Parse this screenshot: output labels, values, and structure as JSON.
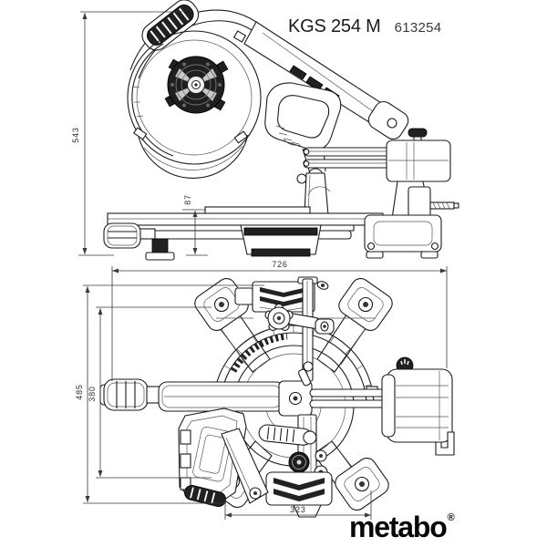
{
  "header": {
    "model": "KGS 254 M",
    "article_number": "613254"
  },
  "views": {
    "side": {
      "name": "side elevation drawing",
      "dimensions": {
        "overall_height": "543",
        "fence_height": "87"
      }
    },
    "top": {
      "name": "top plan drawing",
      "dimensions": {
        "overall_width": "726",
        "overall_depth": "485",
        "table_depth": "380",
        "base_width": "323"
      }
    }
  },
  "footer": {
    "brand": "metabo",
    "registered_mark": "®"
  },
  "colors": {
    "line": "#1b1b1b",
    "dimension": "#3a3a3a",
    "dark_fill": "#212121",
    "background": "#ffffff",
    "brand_black": "#070707"
  }
}
